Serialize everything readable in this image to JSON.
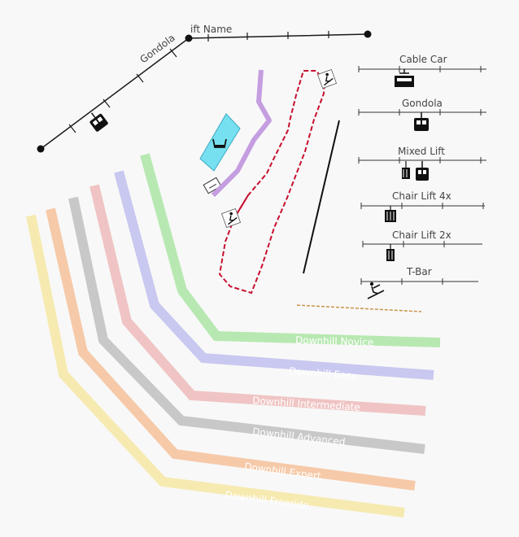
{
  "map": {
    "lift_name_label": "ift Name",
    "gondola_label": "Gondola"
  },
  "legend": {
    "lifts": [
      {
        "name": "Cable Car",
        "icon": "cable-car-icon"
      },
      {
        "name": "Gondola",
        "icon": "gondola-icon"
      },
      {
        "name": "Mixed Lift",
        "icon": "mixed-lift-icon"
      },
      {
        "name": "Chair Lift 4x",
        "icon": "chair-lift-4x-icon"
      },
      {
        "name": "Chair Lift 2x",
        "icon": "chair-lift-2x-icon"
      },
      {
        "name": "T-Bar",
        "icon": "t-bar-icon"
      }
    ]
  },
  "slopes": [
    {
      "name": "Downhill Novice",
      "color": "#a8e0a0"
    },
    {
      "name": "Downhill Easy",
      "color": "#b8b8ee"
    },
    {
      "name": "Downhill Intermediate",
      "color": "#f0b8b8"
    },
    {
      "name": "Downhill Advanced",
      "color": "#b4b4b4"
    },
    {
      "name": "Downhill Expert",
      "color": "#f6c9a8"
    },
    {
      "name": "Downhill Freeride",
      "color": "#f6eab0"
    }
  ],
  "colors": {
    "ski_route": "#c8102e",
    "piste_purple": "#b98fd8",
    "area_cyan": "#5fdcf0",
    "trail_brown": "#c8944a"
  }
}
